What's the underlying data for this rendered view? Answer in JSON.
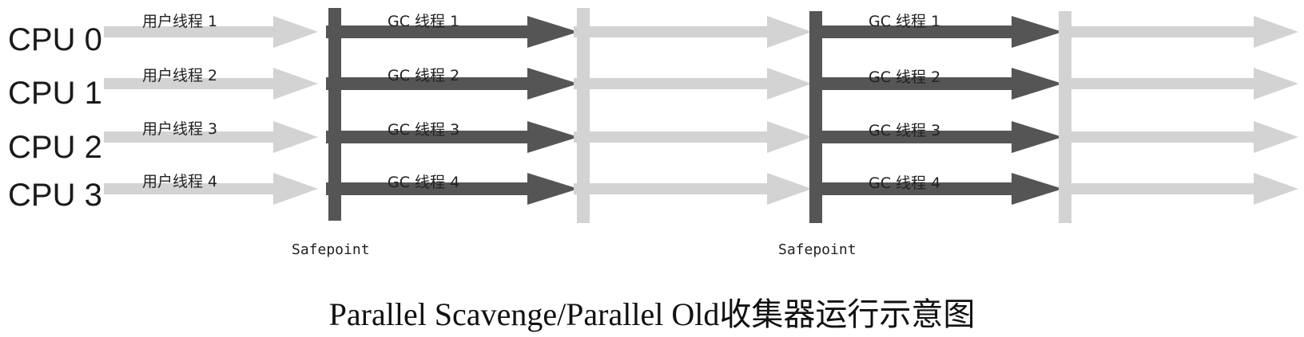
{
  "cpus": [
    "CPU 0",
    "CPU 1",
    "CPU 2",
    "CPU 3"
  ],
  "user_threads": [
    "用户线程 1",
    "用户线程 2",
    "用户线程 3",
    "用户线程 4"
  ],
  "gc_threads_phase1": [
    "GC 线程 1",
    "GC 线程 2",
    "GC 线程 3",
    "GC 线程 4"
  ],
  "gc_threads_phase2": [
    "GC 线程 1",
    "GC 线程 2",
    "GC 线程 3",
    "GC 线程 4"
  ],
  "safepoint_labels": [
    "Safepoint",
    "Safepoint"
  ],
  "caption": "Parallel Scavenge/Parallel Old收集器运行示意图",
  "colors": {
    "user_arrow": "#d3d3d3",
    "gc_arrow": "#555555",
    "safepoint_bar": "#555555",
    "resume_bar": "#d3d3d3"
  }
}
